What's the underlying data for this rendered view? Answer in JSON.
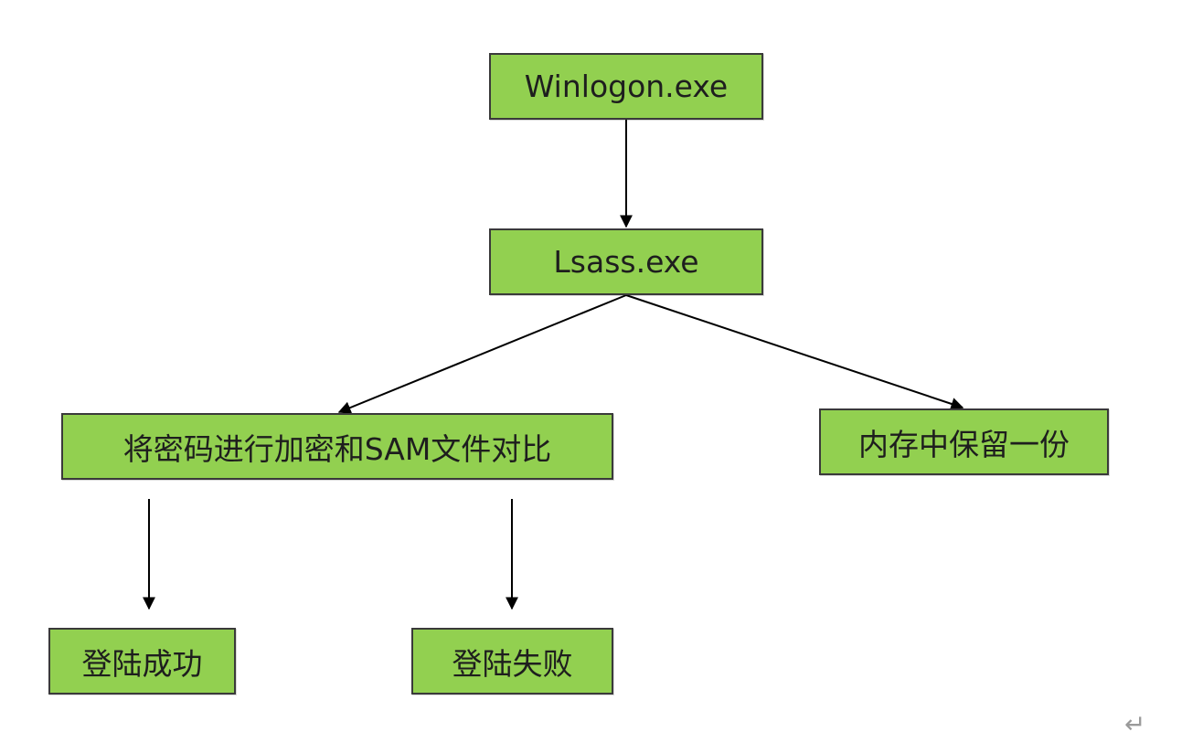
{
  "diagram": {
    "node_fill": "#92d050",
    "edge_color": "#000000",
    "nodes": {
      "winlogon": "Winlogon.exe",
      "lsass": "Lsass.exe",
      "compare": "将密码进行加密和SAM文件对比",
      "memory": "内存中保留一份",
      "success": "登陆成功",
      "fail": "登陆失败"
    },
    "edges": [
      {
        "from": "winlogon",
        "to": "lsass"
      },
      {
        "from": "lsass",
        "to": "compare"
      },
      {
        "from": "lsass",
        "to": "memory"
      },
      {
        "from": "compare",
        "to": "success"
      },
      {
        "from": "compare",
        "to": "fail"
      }
    ]
  },
  "corner_mark": "↵"
}
